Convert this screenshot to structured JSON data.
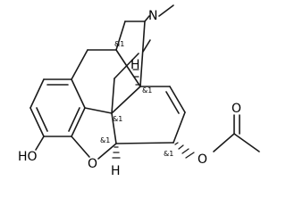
{
  "molecule": {
    "atoms": {
      "nitrogen": "N",
      "hydroxyl": "HO",
      "ring_oxygen": "O",
      "ester_oxygen": "O",
      "carbonyl_oxygen": "O",
      "hydrogen_upper": "H",
      "hydrogen_lower": "H"
    },
    "stereo_labels": [
      "&1",
      "&1",
      "&1",
      "&1",
      "&1"
    ]
  }
}
